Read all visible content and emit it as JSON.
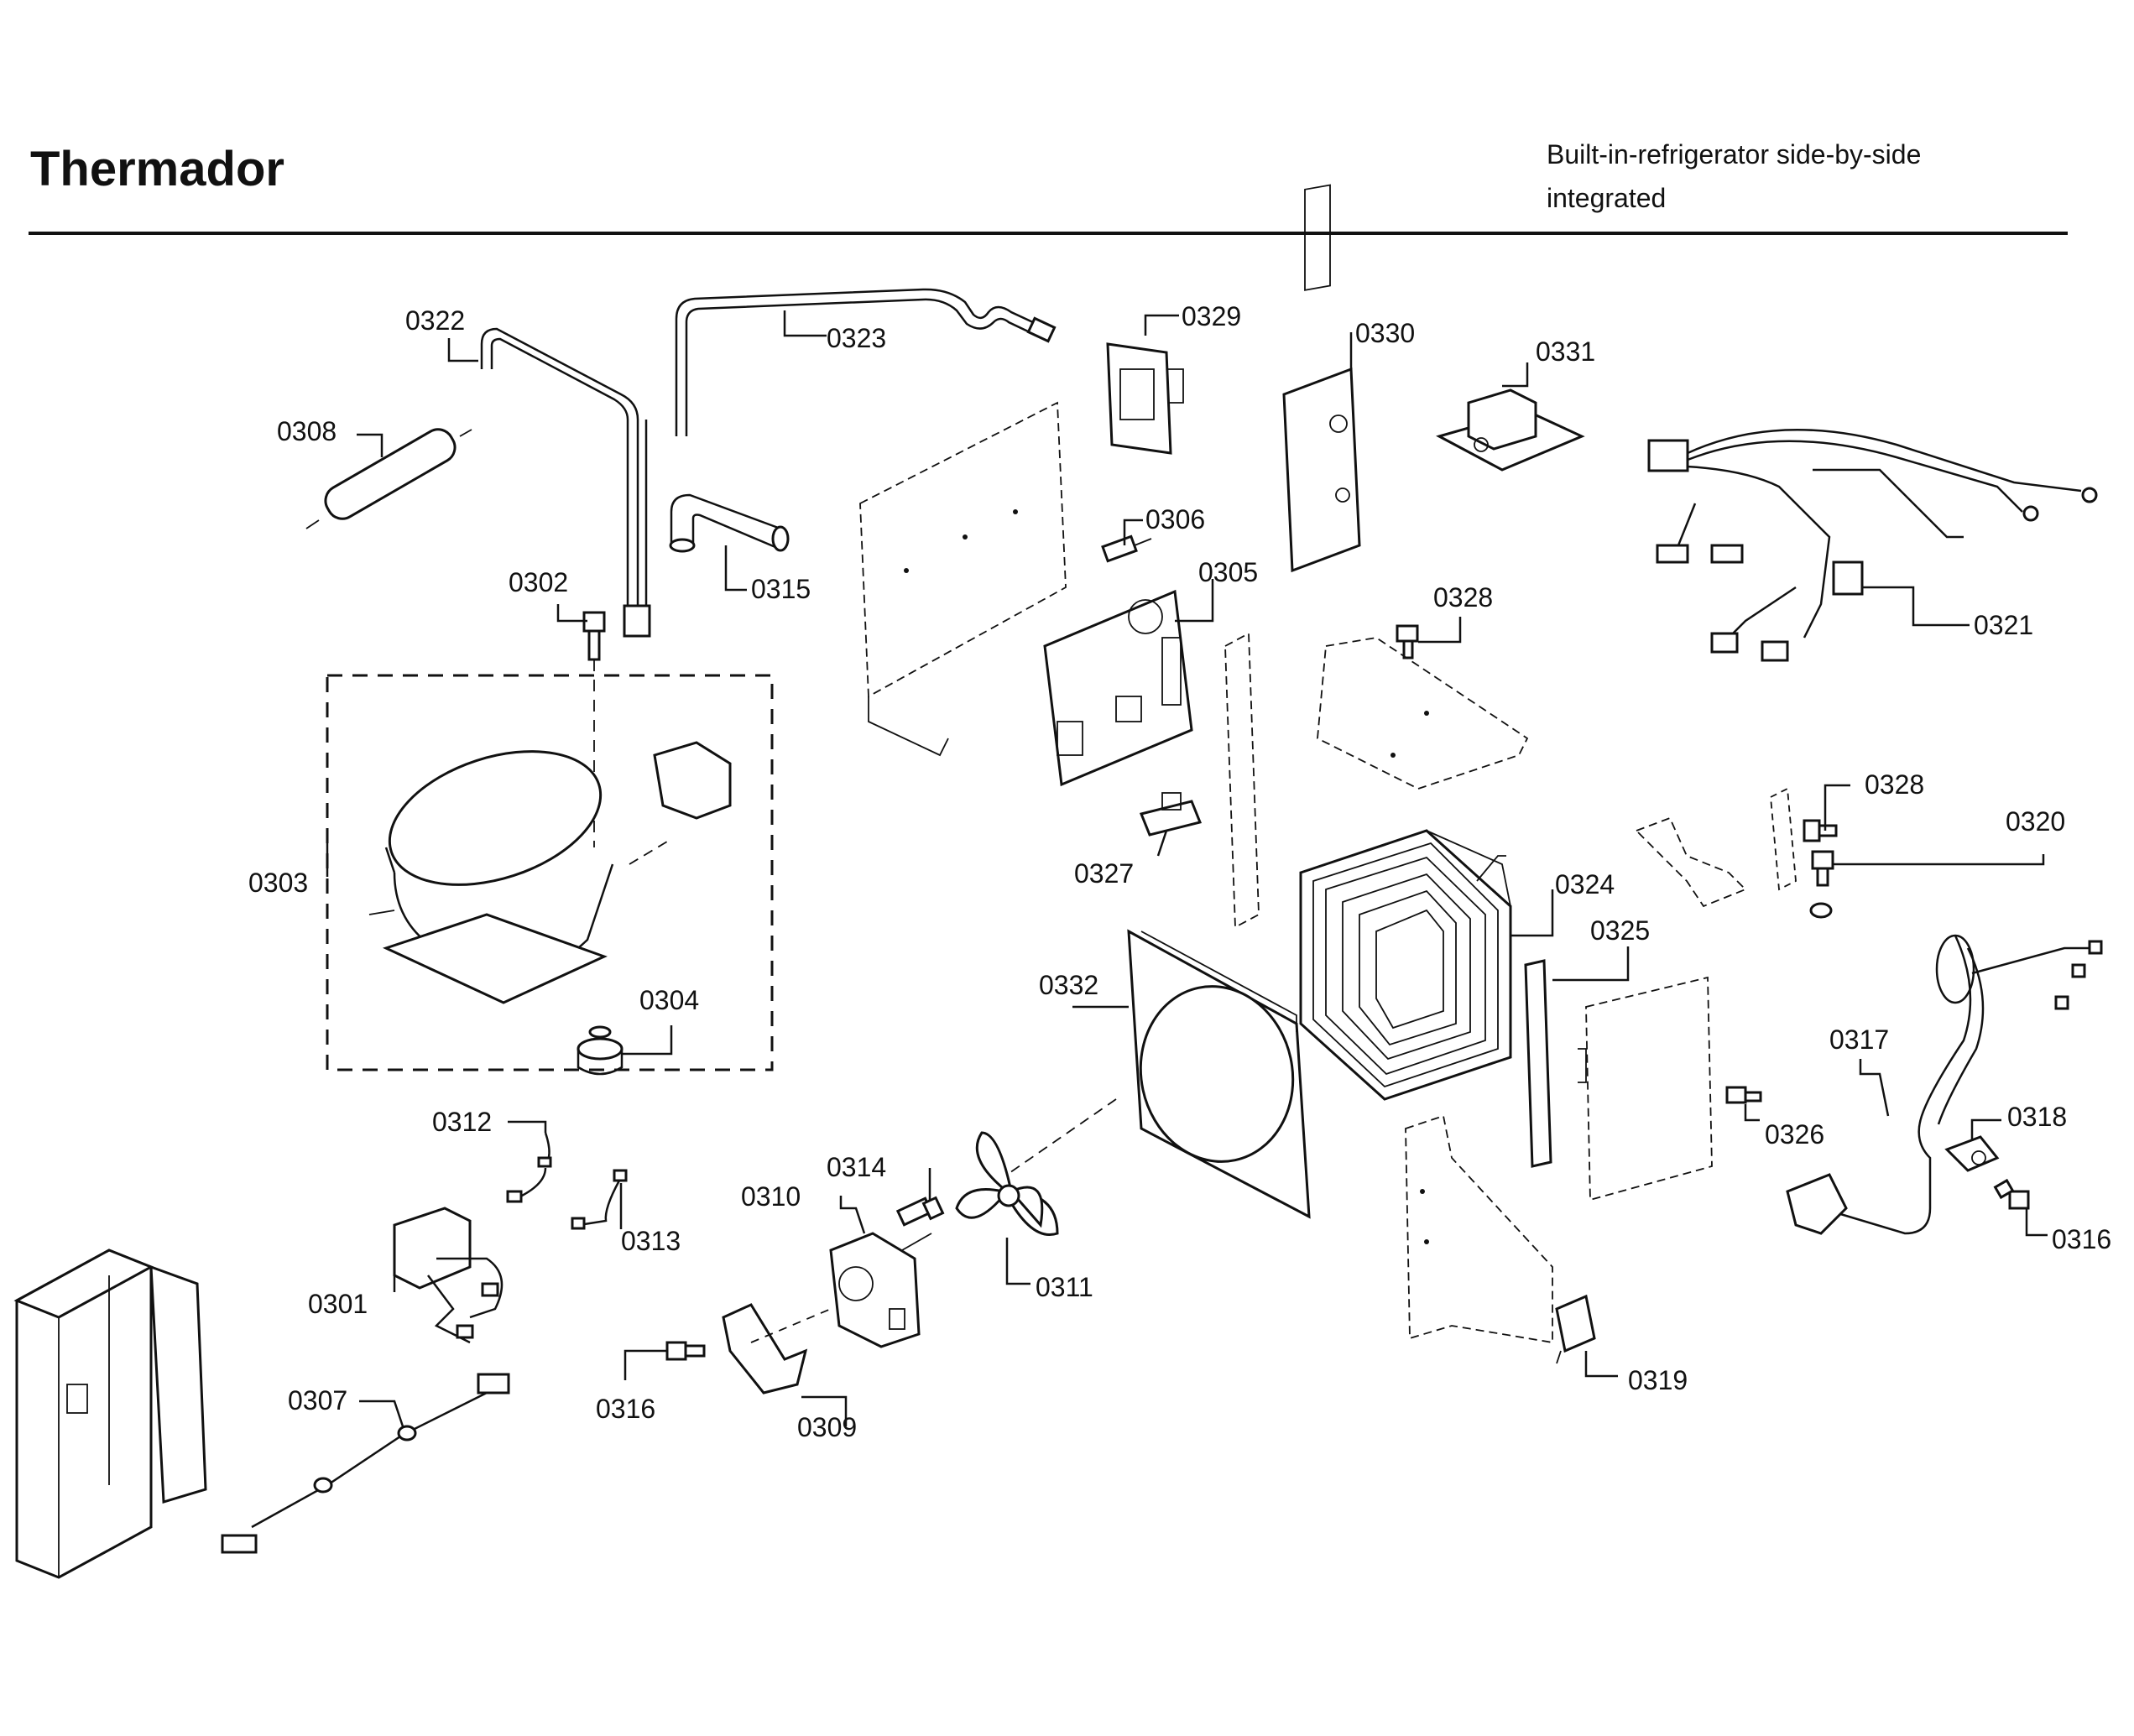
{
  "header": {
    "brand": "Thermador",
    "subtitle_line1": "Built-in-refrigerator side-by-side",
    "subtitle_line2": "integrated"
  },
  "callouts": [
    {
      "id": "0322",
      "text": "0322"
    },
    {
      "id": "0323",
      "text": "0323"
    },
    {
      "id": "0329",
      "text": "0329"
    },
    {
      "id": "0330",
      "text": "0330"
    },
    {
      "id": "0331",
      "text": "0331"
    },
    {
      "id": "0308",
      "text": "0308"
    },
    {
      "id": "0306",
      "text": "0306"
    },
    {
      "id": "0315",
      "text": "0315"
    },
    {
      "id": "0302",
      "text": "0302"
    },
    {
      "id": "0305",
      "text": "0305"
    },
    {
      "id": "0328a",
      "text": "0328"
    },
    {
      "id": "0321",
      "text": "0321"
    },
    {
      "id": "0303",
      "text": "0303"
    },
    {
      "id": "0327",
      "text": "0327"
    },
    {
      "id": "0328b",
      "text": "0328"
    },
    {
      "id": "0320",
      "text": "0320"
    },
    {
      "id": "0324",
      "text": "0324"
    },
    {
      "id": "0325",
      "text": "0325"
    },
    {
      "id": "0304",
      "text": "0304"
    },
    {
      "id": "0332",
      "text": "0332"
    },
    {
      "id": "0317",
      "text": "0317"
    },
    {
      "id": "0312",
      "text": "0312"
    },
    {
      "id": "0314",
      "text": "0314"
    },
    {
      "id": "0326",
      "text": "0326"
    },
    {
      "id": "0318",
      "text": "0318"
    },
    {
      "id": "0310",
      "text": "0310"
    },
    {
      "id": "0313",
      "text": "0313"
    },
    {
      "id": "0311",
      "text": "0311"
    },
    {
      "id": "0316a",
      "text": "0316"
    },
    {
      "id": "0301",
      "text": "0301"
    },
    {
      "id": "0307",
      "text": "0307"
    },
    {
      "id": "0316b",
      "text": "0316"
    },
    {
      "id": "0309",
      "text": "0309"
    },
    {
      "id": "0319",
      "text": "0319"
    }
  ]
}
